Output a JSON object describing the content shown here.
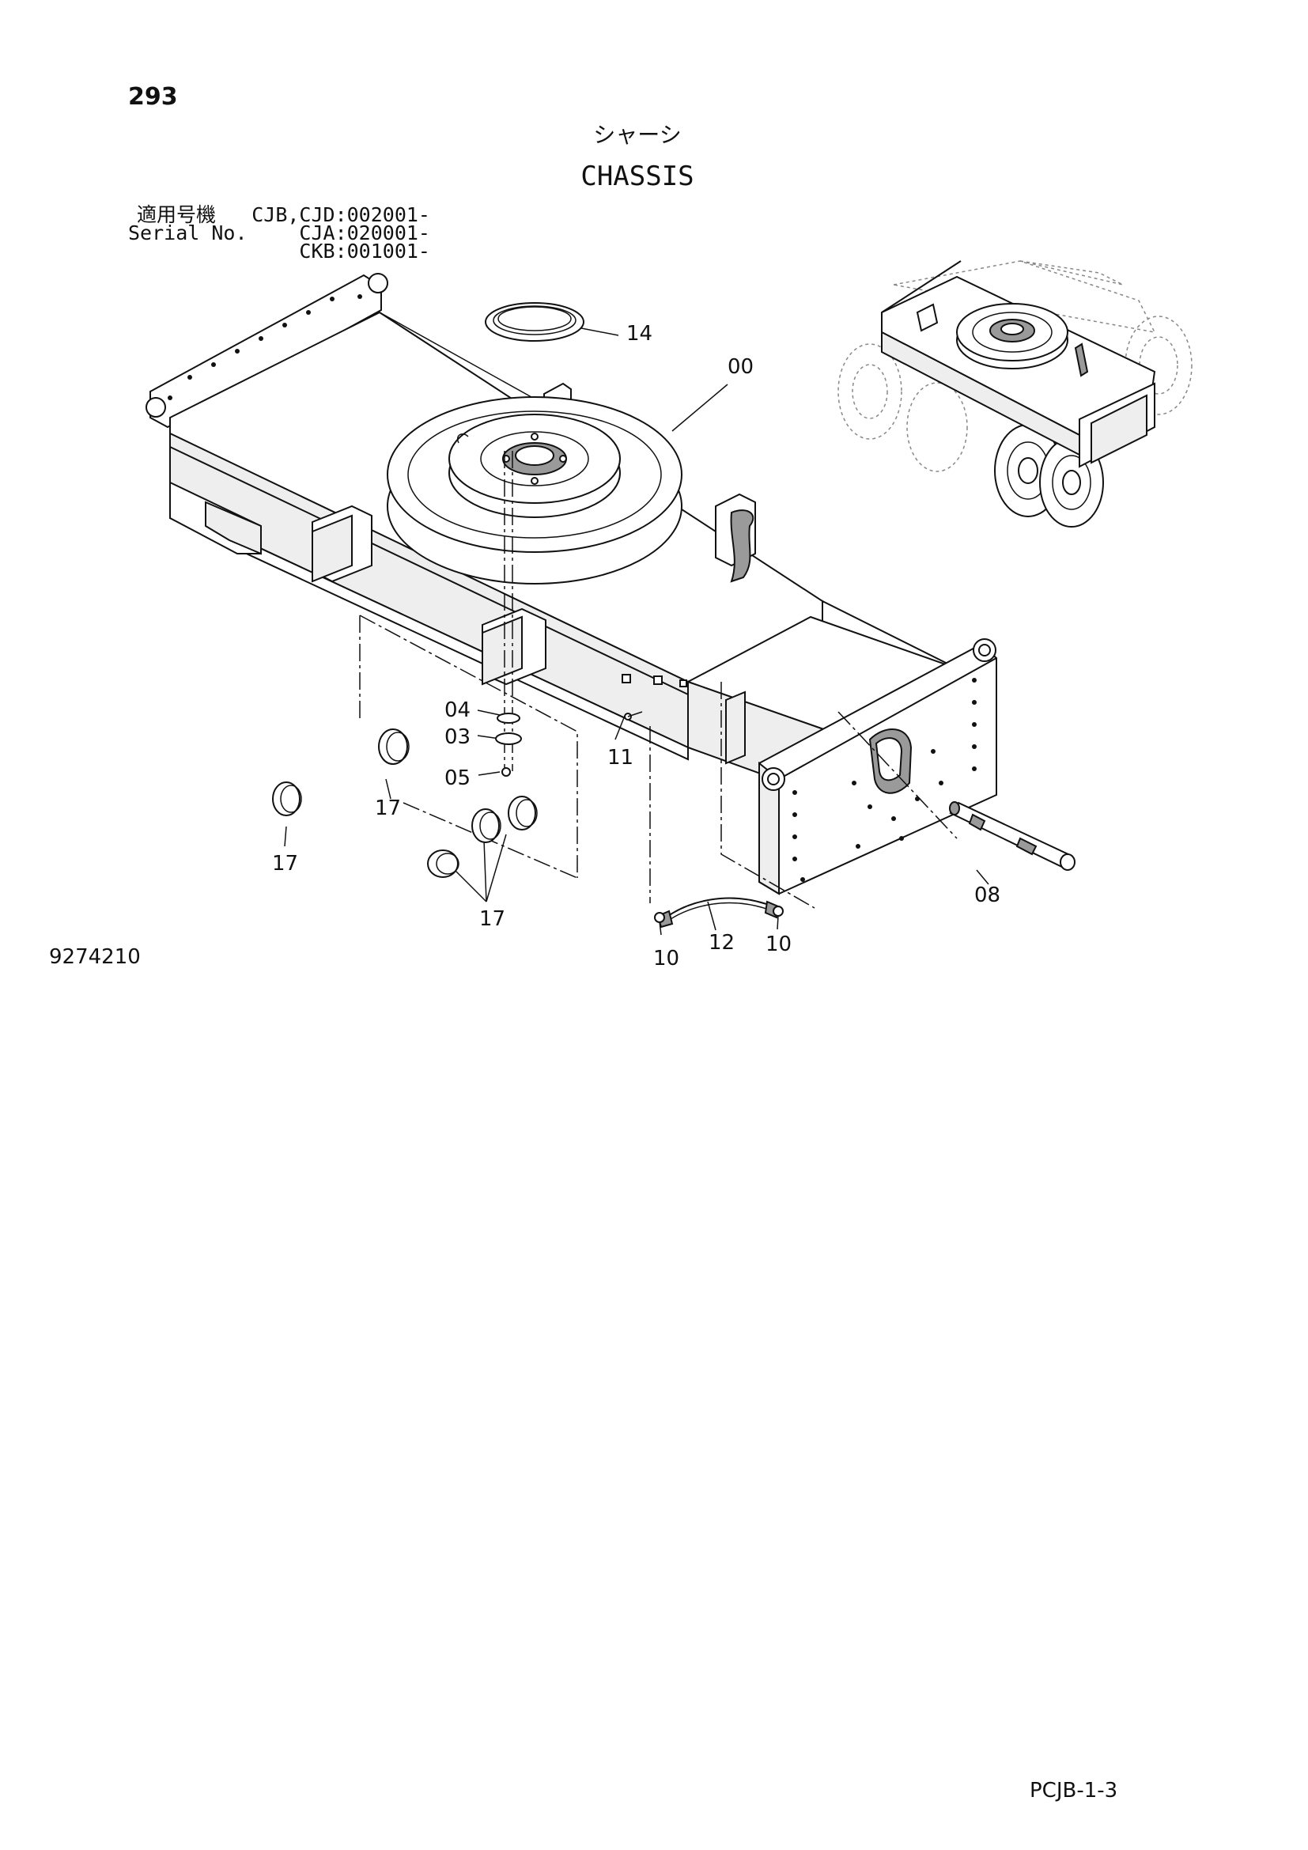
{
  "page_number": "293",
  "title_jp": "シャーシ",
  "title_en": "CHASSIS",
  "serial": {
    "label_jp": "適用号機",
    "label_en": "Serial No.",
    "line1": "CJB,CJD:002001-",
    "line2": "CJA:020001-",
    "line3": "CKB:001001-"
  },
  "parts": {
    "p14": "14",
    "p00": "00",
    "p04": "04",
    "p03": "03",
    "p05": "05",
    "p11": "11",
    "p17a": "17",
    "p17b": "17",
    "p17c": "17",
    "p08": "08",
    "p10a": "10",
    "p12": "12",
    "p10b": "10"
  },
  "figure_number": "9274210",
  "page_code": "PCJB-1-3"
}
